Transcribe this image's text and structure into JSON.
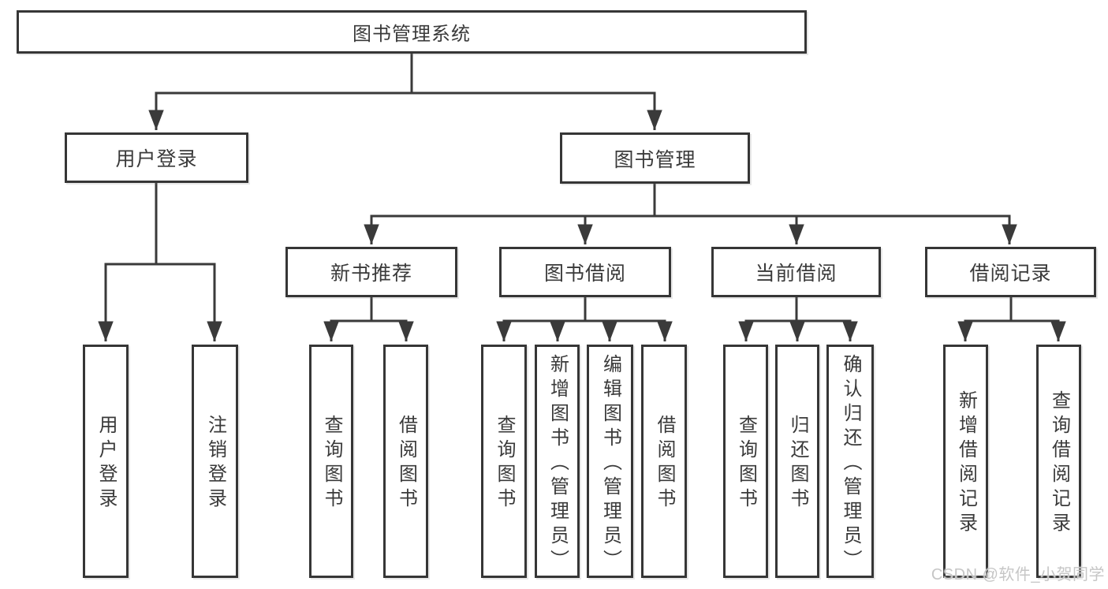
{
  "tree": {
    "root": {
      "label": "图书管理系统",
      "children": [
        {
          "label": "用户登录",
          "children": [
            {
              "label": "用户登录"
            },
            {
              "label": "注销登录"
            }
          ]
        },
        {
          "label": "图书管理",
          "children": [
            {
              "label": "新书推荐",
              "children": [
                {
                  "label": "查询图书"
                },
                {
                  "label": "借阅图书"
                }
              ]
            },
            {
              "label": "图书借阅",
              "children": [
                {
                  "label": "查询图书"
                },
                {
                  "label": "新增图书（管理员）"
                },
                {
                  "label": "编辑图书（管理员）"
                },
                {
                  "label": "借阅图书"
                }
              ]
            },
            {
              "label": "当前借阅",
              "children": [
                {
                  "label": "查询图书"
                },
                {
                  "label": "归还图书"
                },
                {
                  "label": "确认归还（管理员）"
                }
              ]
            },
            {
              "label": "借阅记录",
              "children": [
                {
                  "label": "新增借阅记录"
                },
                {
                  "label": "查询借阅记录"
                }
              ]
            }
          ]
        }
      ]
    }
  },
  "watermark": {
    "text": "CSDN @软件_小贺同学"
  },
  "colors": {
    "line": "#3a3a3a",
    "box_border": "#363636",
    "box_background": "#ffffff",
    "text": "#3a3a3a",
    "watermark": "#c6c6c6"
  }
}
